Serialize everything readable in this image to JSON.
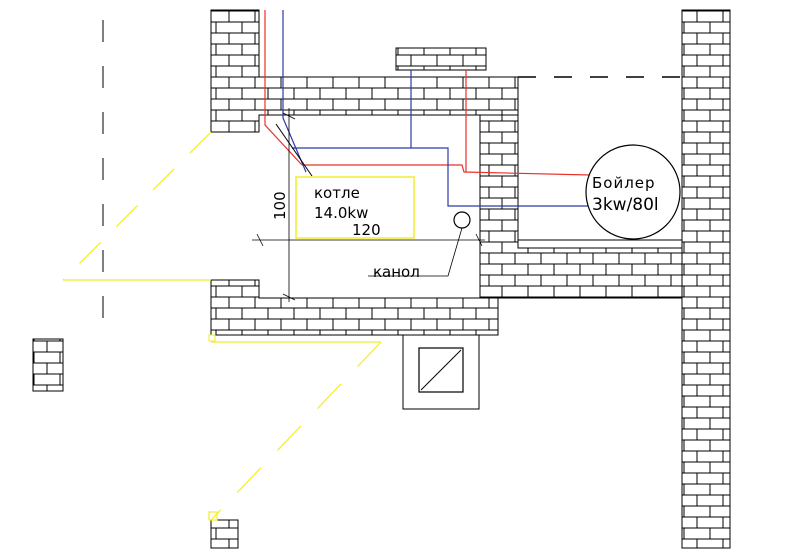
{
  "labels": {
    "boiler_room": "котле",
    "boiler_power": "14.0kw",
    "dim_width": "120",
    "dim_height": "100",
    "channel": "канол",
    "water_heater_line1": "Бойлер",
    "water_heater_line2": "3kw/80l"
  },
  "colors": {
    "wall": "#000000",
    "hot_pipe": "#e8312a",
    "cold_pipe": "#2b3aa8",
    "guide": "#f2ee2a",
    "box": "#f2ee2a"
  }
}
